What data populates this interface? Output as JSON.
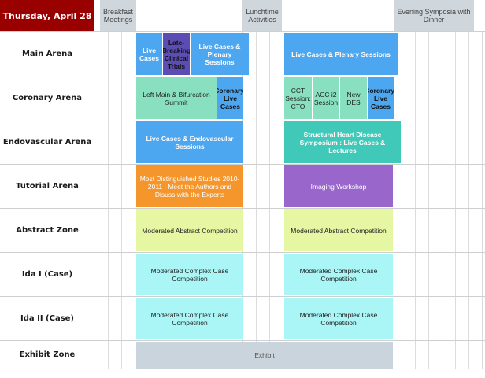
{
  "date": "Thursday, April 28",
  "header": {
    "breakfast": "Breakfast Meetings",
    "lunch": "Lunchtime Activities",
    "evening": "Evening Symposia with Dinner"
  },
  "rows": [
    "Main Arena",
    "Coronary Arena",
    "Endovascular Arena",
    "Tutorial Arena",
    "Abstract Zone",
    "Ida I (Case)",
    "Ida II (Case)",
    "Exhibit Zone"
  ],
  "sessions": {
    "main_live_cases": "Live Cases",
    "main_late_breaking": "Late-Breaking Clinical Trials",
    "main_live_plenary_am": "Live Cases & Plenary Sessions",
    "main_live_plenary_pm": "Live Cases & Plenary Sessions",
    "cor_left_main": "Left Main & Bifurcation Summit",
    "cor_live_am": "Coronary: Live Cases",
    "cor_cct": "CCT Session: CTO",
    "cor_acc": "ACC i2 Session",
    "cor_new_des": "New DES",
    "cor_live_pm": "Coronary: Live Cases",
    "endo_live": "Live Cases & Endovascular Sessions",
    "endo_structural": "Structural Heart Disease Symposium : Live Cases & Lectures",
    "tut_distinguished": "Most Distinguished Studies 2010-2011 : Meet the Authors and Disuss with the Experts",
    "tut_imaging": "Imaging Workshop",
    "abs_am": "Moderated Abstract Competition",
    "abs_pm": "Moderated Abstract Competition",
    "ida1_am": "Moderated Complex Case Competition",
    "ida1_pm": "Moderated Complex Case Competition",
    "ida2_am": "Moderated Complex Case Competition",
    "ida2_pm": "Moderated Complex Case Competition",
    "exhibit": "Exhibit"
  },
  "colors": {
    "date_bg": "#990000",
    "header_gray": "#cfd6dc",
    "blue": "#4da6f0",
    "purple_dark": "#5b4db3",
    "green": "#88e0c0",
    "teal": "#40c8b8",
    "orange": "#f5962d",
    "purple": "#9966cc",
    "lime": "#e6f7a3",
    "cyan": "#aaf5f5",
    "exhibit": "#c9d4dc"
  }
}
